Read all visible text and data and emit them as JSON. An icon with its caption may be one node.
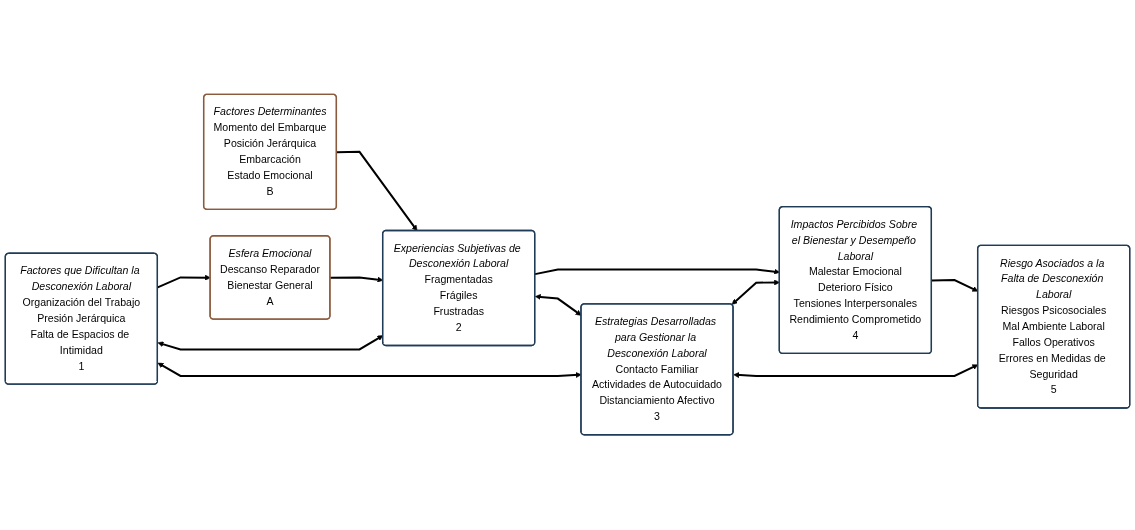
{
  "diagram": {
    "nodes": [
      {
        "text": [
          "Factores Determinantes",
          "Momento del Embarque",
          "Posición Jerárquica",
          "Embarcación",
          "Estado Emocional",
          "B"
        ]
      },
      {
        "text": [
          "Experiencias Subjetivas de Desconexión Laboral",
          "Fragmentadas",
          "Frágiles",
          "Frustradas",
          "2"
        ]
      },
      {
        "text": [
          "Impactos Percibidos Sobre el Bienestar y Desempeño Laboral",
          "Malestar Emocional",
          "Deterioro Físico",
          "Tensiones Interpersonales",
          "Rendimiento Comprometido",
          "4"
        ]
      },
      {
        "text": [
          "Esfera Emocional",
          "Descanso Reparador",
          "Bienestar General",
          "A"
        ]
      },
      {
        "text": [
          "Factores que Dificultan la Desconexión Laboral",
          "Organización del Trabajo",
          "Presión Jerárquica",
          "Falta de Espacios de Intimidad",
          "1"
        ]
      },
      {
        "text": [
          "Estrategias Desarrolladas para Gestionar la Desconexión Laboral",
          "Contacto Familiar",
          "Actividades de Autocuidado",
          "Distanciamiento Afectivo",
          "3"
        ]
      },
      {
        "text": [
          "Riesgo Asociados a la Falta de Desconexión Laboral",
          "Riesgos Psicosociales",
          "Mal Ambiente Laboral",
          "Fallos Operativos",
          "Errores en Medidas de Seguridad",
          "5"
        ]
      }
    ],
    "edges": [
      {
        "from": 0,
        "to": 1,
        "arrow": "to"
      },
      {
        "from": 1,
        "to": 2,
        "arrow": "to"
      },
      {
        "from": 3,
        "to": 1,
        "arrow": "to"
      },
      {
        "from": 4,
        "to": 3,
        "arrow": "to"
      },
      {
        "from": 4,
        "to": 1,
        "arrow": "both"
      },
      {
        "from": 1,
        "to": 5,
        "arrow": "both"
      },
      {
        "from": 5,
        "to": 2,
        "arrow": "both"
      },
      {
        "from": 2,
        "to": 6,
        "arrow": "to"
      },
      {
        "from": 4,
        "to": 5,
        "arrow": "both"
      },
      {
        "from": 5,
        "to": 6,
        "arrow": "both"
      }
    ]
  }
}
